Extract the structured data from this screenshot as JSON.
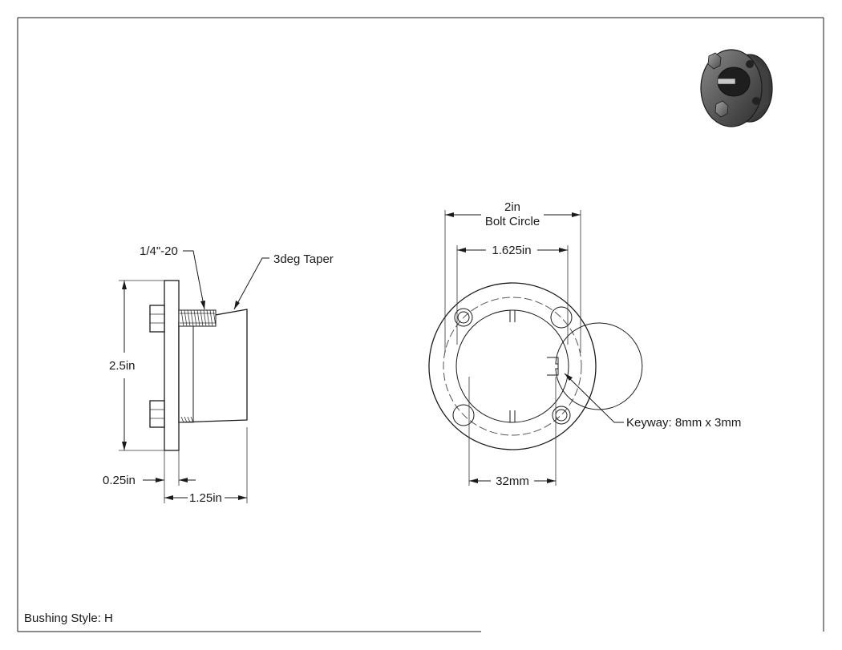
{
  "title_block": {
    "bushing_style": "Bushing Style: H"
  },
  "side_view": {
    "thread_label": "1/4\"-20",
    "taper_label": "3deg Taper",
    "height_label": "2.5in",
    "flange_thickness_label": "0.25in",
    "length_label": "1.25in"
  },
  "front_view": {
    "bolt_circle_value": "2in",
    "bolt_circle_label": "Bolt Circle",
    "hub_diameter_label": "1.625in",
    "bore_label": "32mm",
    "keyway_label": "Keyway: 8mm x 3mm"
  }
}
